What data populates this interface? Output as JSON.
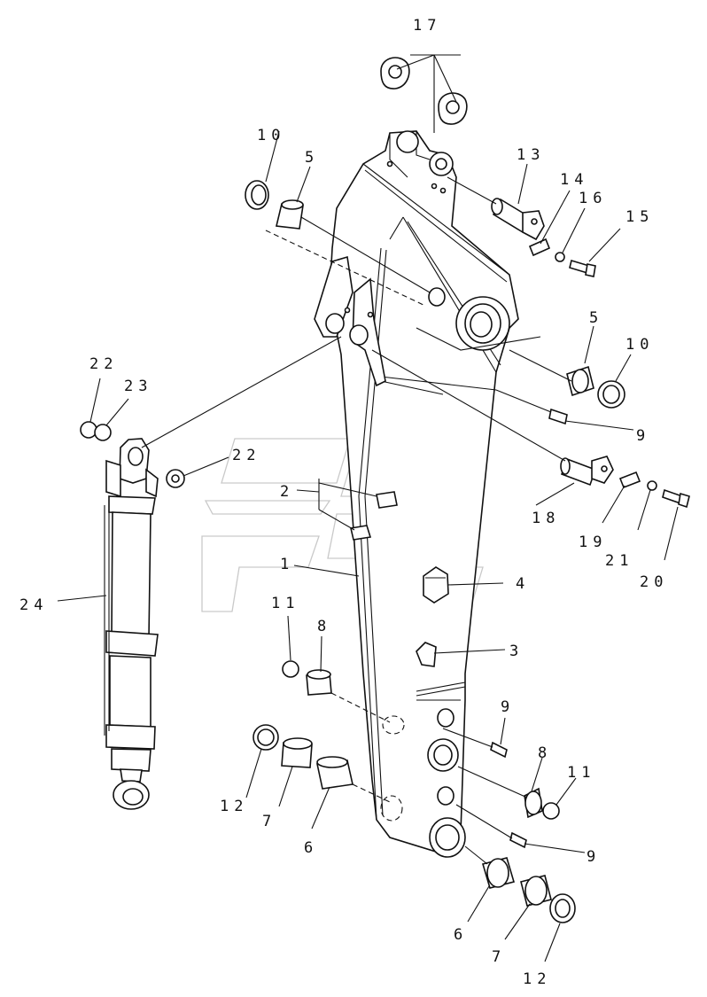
{
  "diagram": {
    "callouts": [
      {
        "id": "c17",
        "text": "17"
      },
      {
        "id": "c10a",
        "text": "10"
      },
      {
        "id": "c5a",
        "text": "5"
      },
      {
        "id": "c13",
        "text": "13"
      },
      {
        "id": "c14",
        "text": "14"
      },
      {
        "id": "c16",
        "text": "16"
      },
      {
        "id": "c15",
        "text": "15"
      },
      {
        "id": "c5b",
        "text": "5"
      },
      {
        "id": "c10b",
        "text": "10"
      },
      {
        "id": "c9a",
        "text": "9"
      },
      {
        "id": "c22a",
        "text": "22"
      },
      {
        "id": "c23",
        "text": "23"
      },
      {
        "id": "c22b",
        "text": "22"
      },
      {
        "id": "c2",
        "text": "2"
      },
      {
        "id": "c18",
        "text": "18"
      },
      {
        "id": "c19",
        "text": "19"
      },
      {
        "id": "c21",
        "text": "21"
      },
      {
        "id": "c20",
        "text": "20"
      },
      {
        "id": "c1",
        "text": "1"
      },
      {
        "id": "c4",
        "text": "4"
      },
      {
        "id": "c24",
        "text": "24"
      },
      {
        "id": "c11a",
        "text": "11"
      },
      {
        "id": "c8a",
        "text": "8"
      },
      {
        "id": "c3",
        "text": "3"
      },
      {
        "id": "c9b",
        "text": "9"
      },
      {
        "id": "c12a",
        "text": "12"
      },
      {
        "id": "c7a",
        "text": "7"
      },
      {
        "id": "c6a",
        "text": "6"
      },
      {
        "id": "c8b",
        "text": "8"
      },
      {
        "id": "c11b",
        "text": "11"
      },
      {
        "id": "c9c",
        "text": "9"
      },
      {
        "id": "c6b",
        "text": "6"
      },
      {
        "id": "c7b",
        "text": "7"
      },
      {
        "id": "c12b",
        "text": "12"
      }
    ]
  }
}
